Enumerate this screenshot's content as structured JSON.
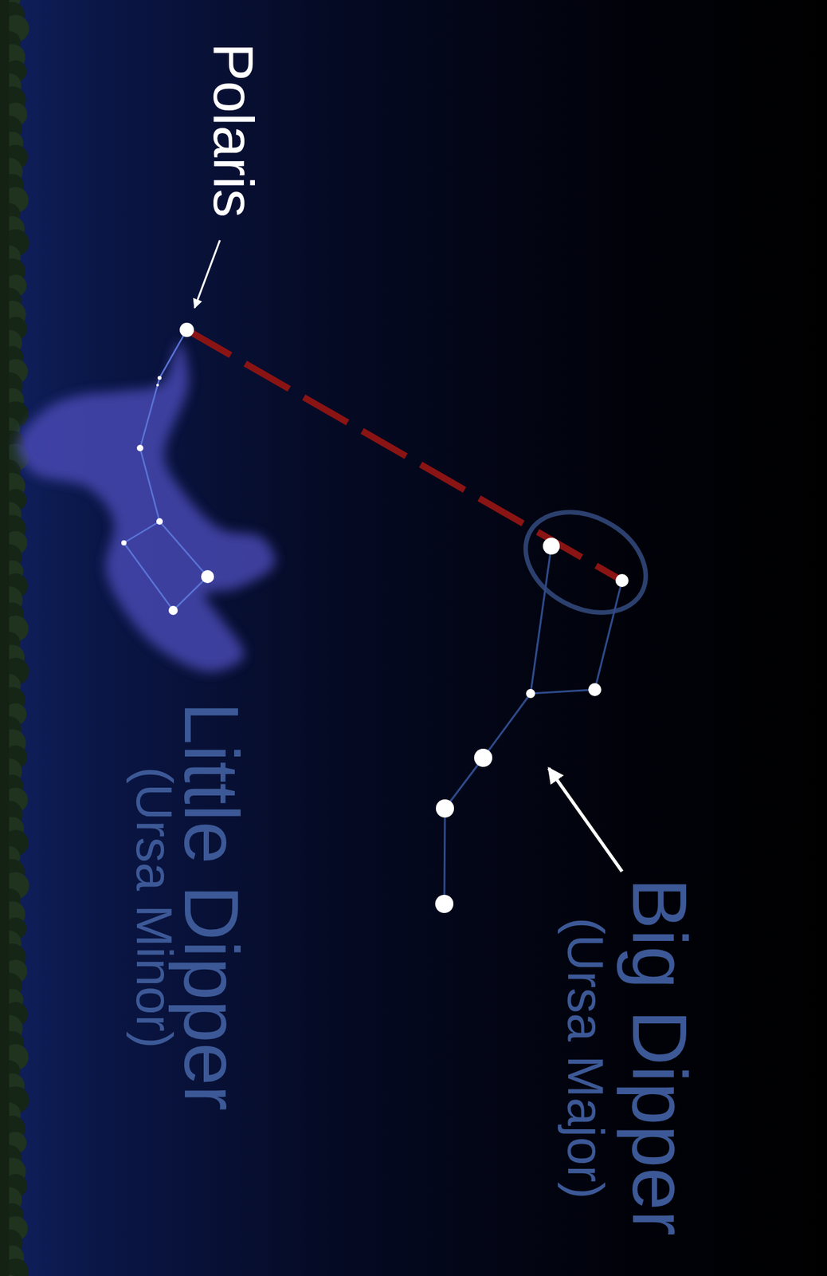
{
  "diagram": {
    "labels": [
      "Polaris",
      "Big Dipper",
      "(Ursa Major)",
      "Little Dipper",
      "(Ursa Minor)"
    ]
  }
}
